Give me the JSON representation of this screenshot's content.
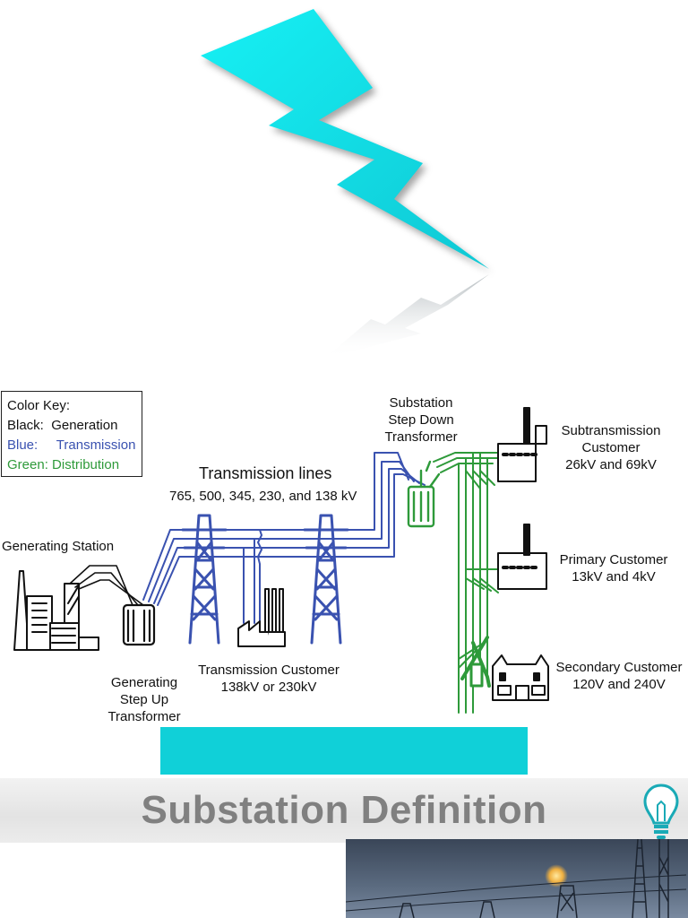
{
  "colors": {
    "bolt": "#12e6ee",
    "generation": "#111111",
    "transmission": "#3a52b0",
    "distribution": "#2e9a3a",
    "cyan_bar": "#10d0d8",
    "title_gray": "#808080"
  },
  "color_key": {
    "heading": "Color Key:",
    "rows": [
      {
        "label": "Black:",
        "value": "Generation"
      },
      {
        "label": "Blue:",
        "value": "Transmission"
      },
      {
        "label": "Green:",
        "value": "Distribution"
      }
    ]
  },
  "labels": {
    "transmission_lines": "Transmission lines",
    "voltages": "765, 500, 345, 230, and 138 kV",
    "generating_station": "Generating Station",
    "step_up_1": "Generating",
    "step_up_2": "Step Up",
    "step_up_3": "Transformer",
    "trans_customer_1": "Transmission Customer",
    "trans_customer_2": "138kV or 230kV",
    "substation_1": "Substation",
    "substation_2": "Step Down",
    "substation_3": "Transformer",
    "subtrans_1": "Subtransmission",
    "subtrans_2": "Customer",
    "subtrans_3": "26kV and 69kV",
    "primary_1": "Primary Customer",
    "primary_2": "13kV and 4kV",
    "secondary_1": "Secondary Customer",
    "secondary_2": "120V and 240V"
  },
  "title": "Substation Definition",
  "icons": {
    "bolt": "lightning-bolt-icon",
    "bulb": "lightbulb-icon",
    "photo": "substation-photo"
  }
}
